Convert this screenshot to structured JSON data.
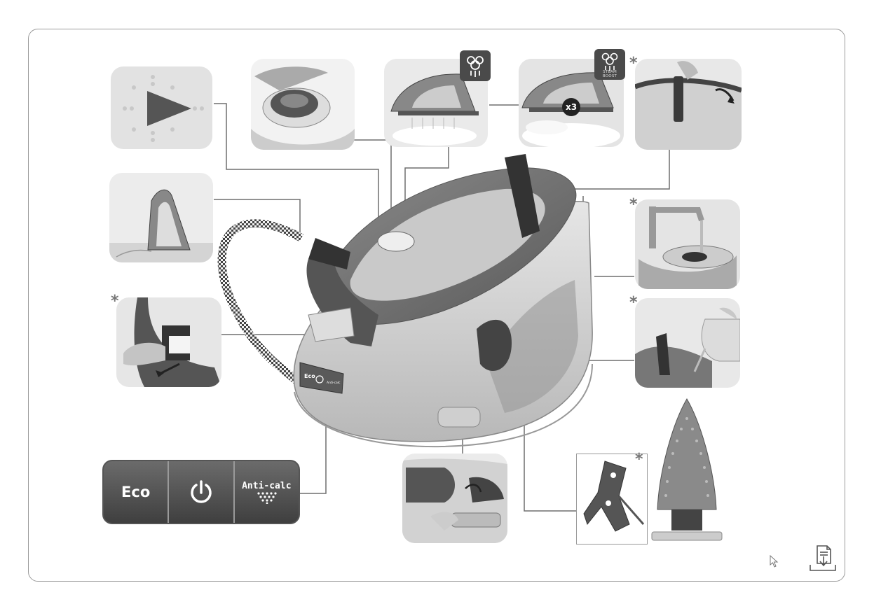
{
  "figure": {
    "type": "product-feature-diagram",
    "subject": "steam generator iron"
  },
  "control_panel": {
    "eco_label": "Eco",
    "power_icon": "power-icon",
    "anticalc_label": "Anti-calc"
  },
  "base_panel": {
    "eco_label": "Eco",
    "anticalc_label": "Anti-calc"
  },
  "badges": {
    "steam_boost_label": "STEAM BOOST",
    "x3_label": "x3"
  },
  "optional_marker": "*",
  "colors": {
    "frame": "#9a9a9a",
    "panel_bg": "#dcdcdc",
    "dark_grey": "#3f3f3f",
    "mid_grey": "#7a7a7a",
    "leader_line": "#6e6e6e"
  },
  "icons": [
    "play-arrow-icon",
    "steam-icon",
    "steam-boost-icon",
    "power-icon",
    "anticalc-icon",
    "cursor-icon",
    "download-icon"
  ]
}
